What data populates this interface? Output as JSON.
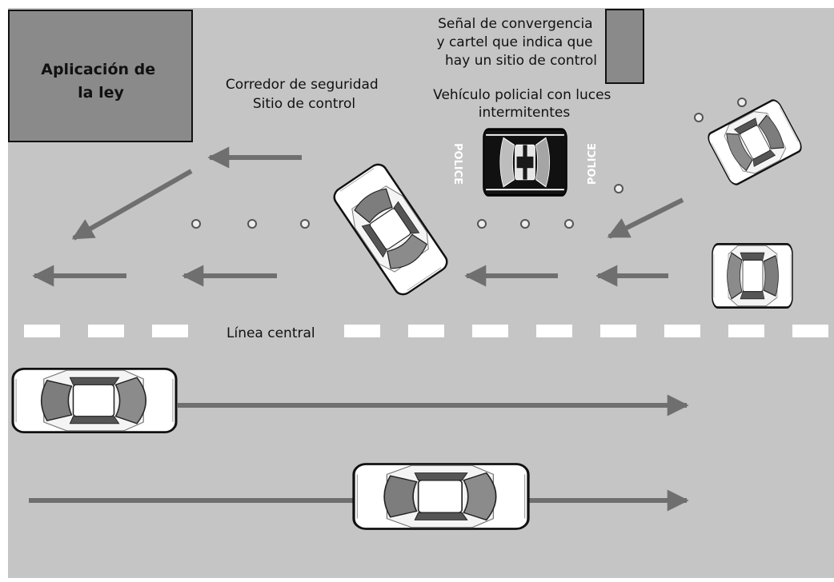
{
  "labels": {
    "enforcement": [
      "Aplicación de",
      "la ley"
    ],
    "corridor": [
      "Corredor de seguridad",
      "Sitio de control"
    ],
    "sign": [
      "Señal de convergencia",
      "y cartel que indica que",
      "hay un sitio de control"
    ],
    "police_vehicle": [
      "Vehículo policial con luces",
      "intermitentes"
    ],
    "center_line": "Línea central",
    "police_text": "POLICE"
  },
  "colors": {
    "background": "#c5c5c5",
    "box": "#8a8a8a",
    "arrow": "#6f6f6f",
    "police_car": "#111111",
    "car_body": "#ffffff",
    "cone": "#ededed"
  },
  "icons": {
    "cars": "sedan-top-view-icon",
    "police_car": "police-car-top-view-icon",
    "cones": "traffic-cone-icon",
    "sign": "sign-icon"
  }
}
